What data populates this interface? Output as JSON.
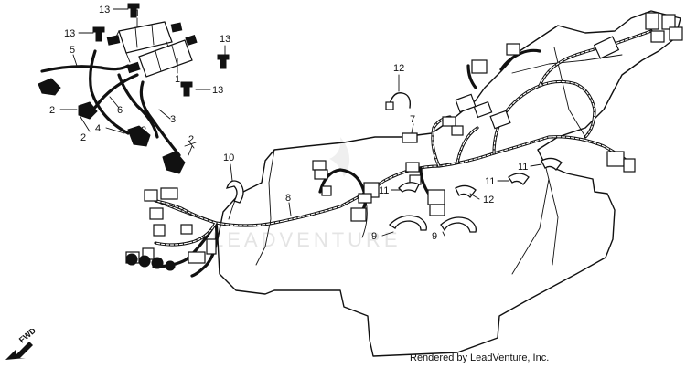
{
  "diagram": {
    "part_labels": {
      "p1a": "1",
      "p1b": "1",
      "p2a": "2",
      "p2b": "2",
      "p2c": "2",
      "p2d": "2",
      "p3": "3",
      "p4": "4",
      "p5": "5",
      "p6": "6",
      "p7": "7",
      "p8": "8",
      "p9a": "9",
      "p9b": "9",
      "p10": "10",
      "p11a": "11",
      "p11b": "11",
      "p11c": "11",
      "p12a": "12",
      "p12b": "12",
      "p13a": "13",
      "p13b": "13",
      "p13c": "13",
      "p13d": "13"
    },
    "watermark": "LEADVENTURE",
    "fwd_label": "FWD",
    "credit": "Rendered by LeadVenture, Inc."
  }
}
